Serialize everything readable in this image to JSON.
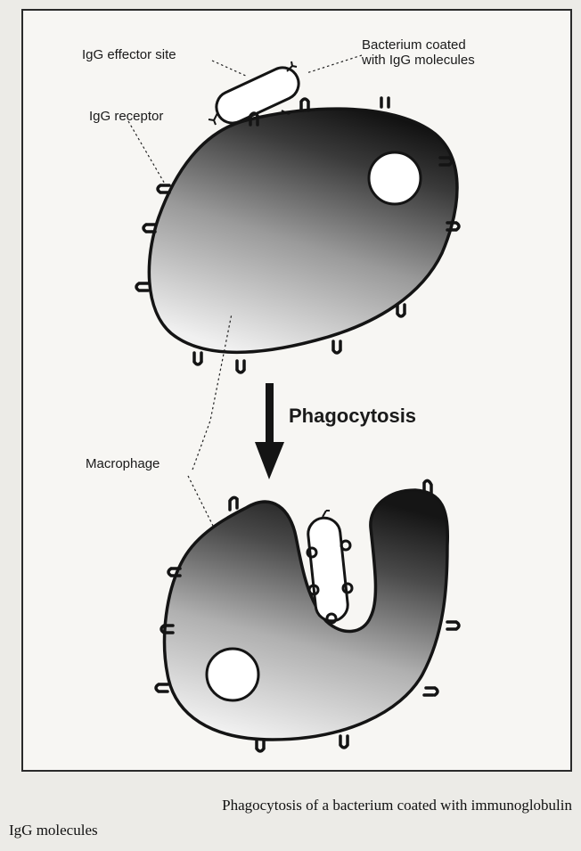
{
  "labels": {
    "effector_site": "IgG effector site",
    "bacterium": "Bacterium coated\nwith IgG molecules",
    "receptor": "IgG receptor",
    "process": "Phagocytosis",
    "macrophage": "Macrophage"
  },
  "caption": {
    "line1": "Phagocytosis of a bacterium coated with immunoglobulin",
    "line2": "IgG molecules"
  },
  "colors": {
    "cell_dark": "#1c1c1c",
    "cell_light": "#ececec",
    "outline": "#141414",
    "figure_bg": "#f7f6f3"
  }
}
